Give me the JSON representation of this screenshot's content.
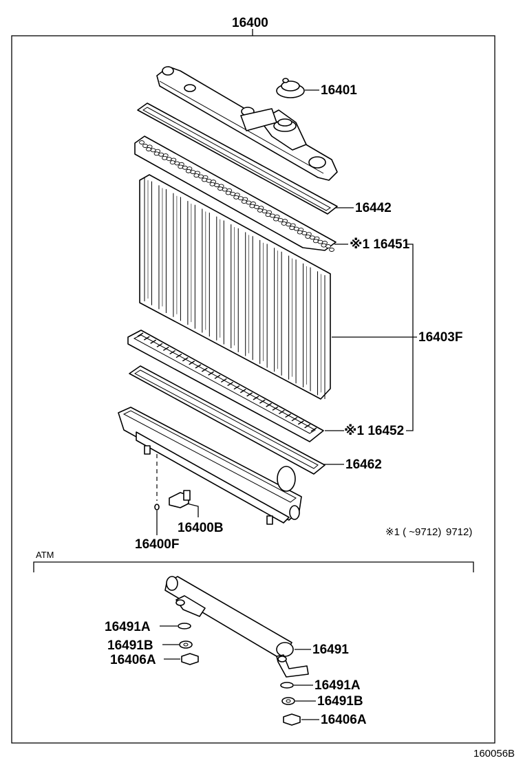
{
  "labels": {
    "assembly": "16400",
    "cap": "16401",
    "upper_gasket": "16442",
    "upper_plate": "※1 16451",
    "core": "16403F",
    "lower_plate": "※1 16452",
    "lower_gasket": "16462",
    "drain_cock": "16400B",
    "drain_plug": "16400F",
    "note": "※1 (        ~9712)",
    "atm_section": "ATM",
    "cooler_washer_a_left": "16491A",
    "cooler_washer_b_left": "16491B",
    "cooler_nut_left": "16406A",
    "oil_cooler": "16491",
    "cooler_washer_a_right": "16491A",
    "cooler_washer_b_right": "16491B",
    "cooler_nut_right": "16406A",
    "figure_id": "160056B"
  }
}
